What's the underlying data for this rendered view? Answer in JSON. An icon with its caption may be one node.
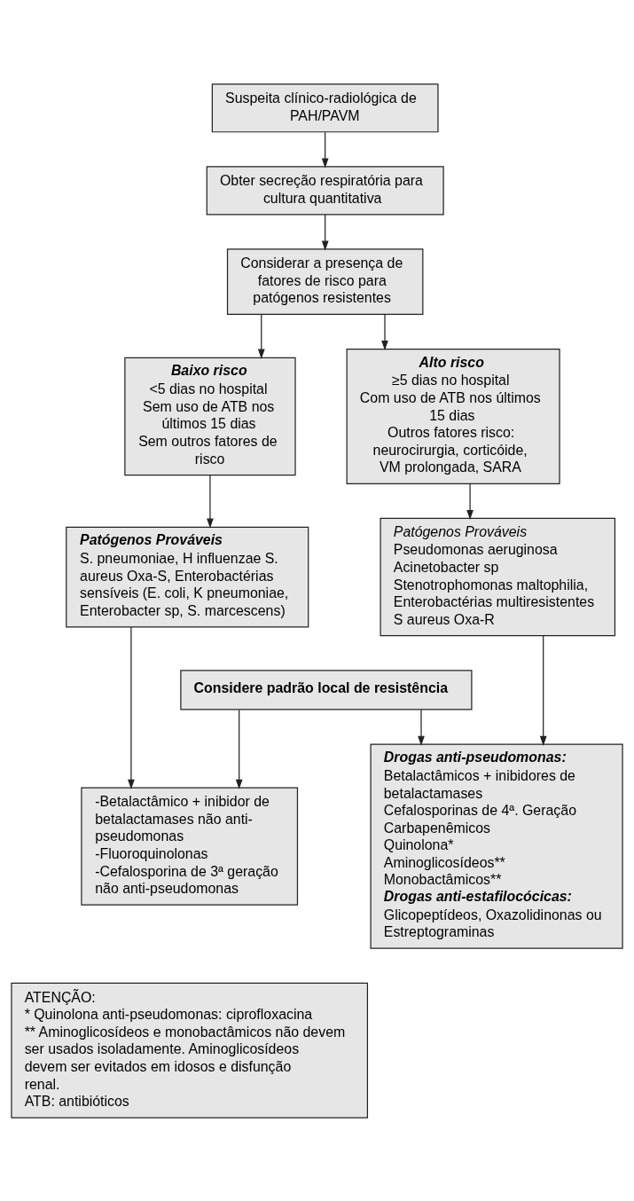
{
  "diagram": {
    "nodes": [
      {
        "text": [
          "Suspeita clínico-radiológica de PAH/PAVM"
        ]
      },
      {
        "text": [
          "Obter secreção respiratória para cultura quantitativa"
        ]
      },
      {
        "text": [
          "Considerar a presença de fatores de risco para patógenos resistentes"
        ]
      },
      {
        "text": [
          "Baixo risco",
          "<5 dias no hospital",
          "Sem uso de ATB nos últimos 15 dias",
          "Sem outros fatores de risco"
        ]
      },
      {
        "text": [
          "Alto risco",
          "≥5 dias no hospital",
          "Com uso de ATB nos últimos 15 dias",
          "Outros fatores risco: neurocirurgia, corticóide, VM prolongada, SARA"
        ]
      },
      {
        "text": [
          "Patógenos Prováveis",
          "S. pneumoniae, H influenzae S. aureus Oxa-S, Enterobactérias sensíveis (E. coli, K pneumoniae, Enterobacter sp, S. marcescens)"
        ]
      },
      {
        "text": [
          "Patógenos Prováveis",
          "Pseudomonas aeruginosa",
          "Acinetobacter sp",
          "Stenotrophomonas maltophilia,",
          "Enterobactérias multiresistentes",
          "S aureus Oxa-R"
        ]
      },
      {
        "text": [
          "Considere padrão local de resistência"
        ]
      },
      {
        "text": [
          "-Betalactâmico + inibidor de betalactamases não anti-pseudomonas",
          "-Fluoroquinolonas",
          "-Cefalosporina de 3ª geração não anti-pseudomonas"
        ]
      },
      {
        "text": [
          "Drogas anti-pseudomonas:",
          "Betalactâmicos + inibidores de betalactamases",
          "Cefalosporinas de 4ª. Geração",
          "Carbapenêmicos",
          "Quinolona*",
          "Aminoglicosídeos**",
          "Monobactâmicos**",
          "Drogas anti-estafilocócicas:",
          "Glicopeptídeos, Oxazolidinonas ou Estreptograminas"
        ]
      },
      {
        "text": [
          "ATENÇÃO:",
          "* Quinolona anti-pseudomonas: ciprofloxacina",
          "** Aminoglicosídeos e monobactâmicos não devem ser usados isoladamente. Aminoglicosídeos devem ser evitados em idosos e disfunção renal.",
          "ATB: antibióticos"
        ]
      }
    ],
    "edges": [
      {
        "from": 0,
        "to": 1,
        "arrow": "to"
      },
      {
        "from": 1,
        "to": 2,
        "arrow": "to"
      },
      {
        "from": 2,
        "to": 3,
        "arrow": "to"
      },
      {
        "from": 2,
        "to": 4,
        "arrow": "to"
      },
      {
        "from": 3,
        "to": 5,
        "arrow": "to"
      },
      {
        "from": 4,
        "to": 6,
        "arrow": "to"
      },
      {
        "from": 5,
        "to": 8,
        "arrow": "to"
      },
      {
        "from": 6,
        "to": 9,
        "arrow": "to"
      },
      {
        "from": 7,
        "to": 8,
        "arrow": "to"
      },
      {
        "from": 7,
        "to": 9,
        "arrow": "to"
      }
    ]
  }
}
